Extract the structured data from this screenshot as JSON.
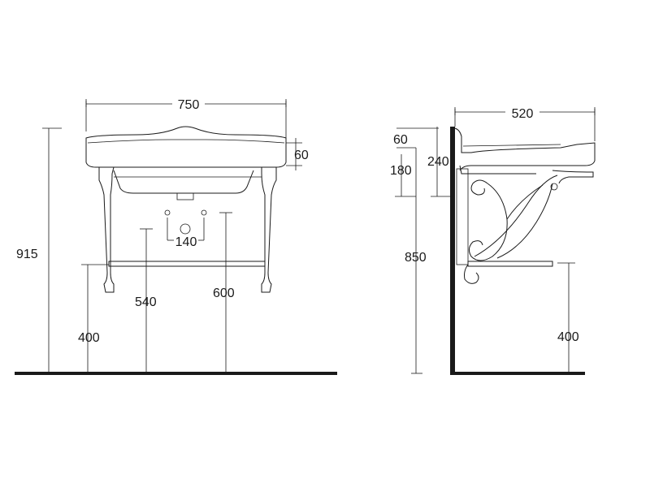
{
  "front_view": {
    "width_label": "750",
    "rim_thickness_label": "60",
    "total_height_label": "915",
    "shelf_height_label": "400",
    "drain_height_label": "540",
    "supply_height_label": "600",
    "supply_spacing_label": "140"
  },
  "side_view": {
    "depth_label": "520",
    "rim_thickness_label": "60",
    "bowl_depth_label": "180",
    "basin_height_label": "240",
    "mount_height_label": "850",
    "shelf_height_label": "400"
  }
}
